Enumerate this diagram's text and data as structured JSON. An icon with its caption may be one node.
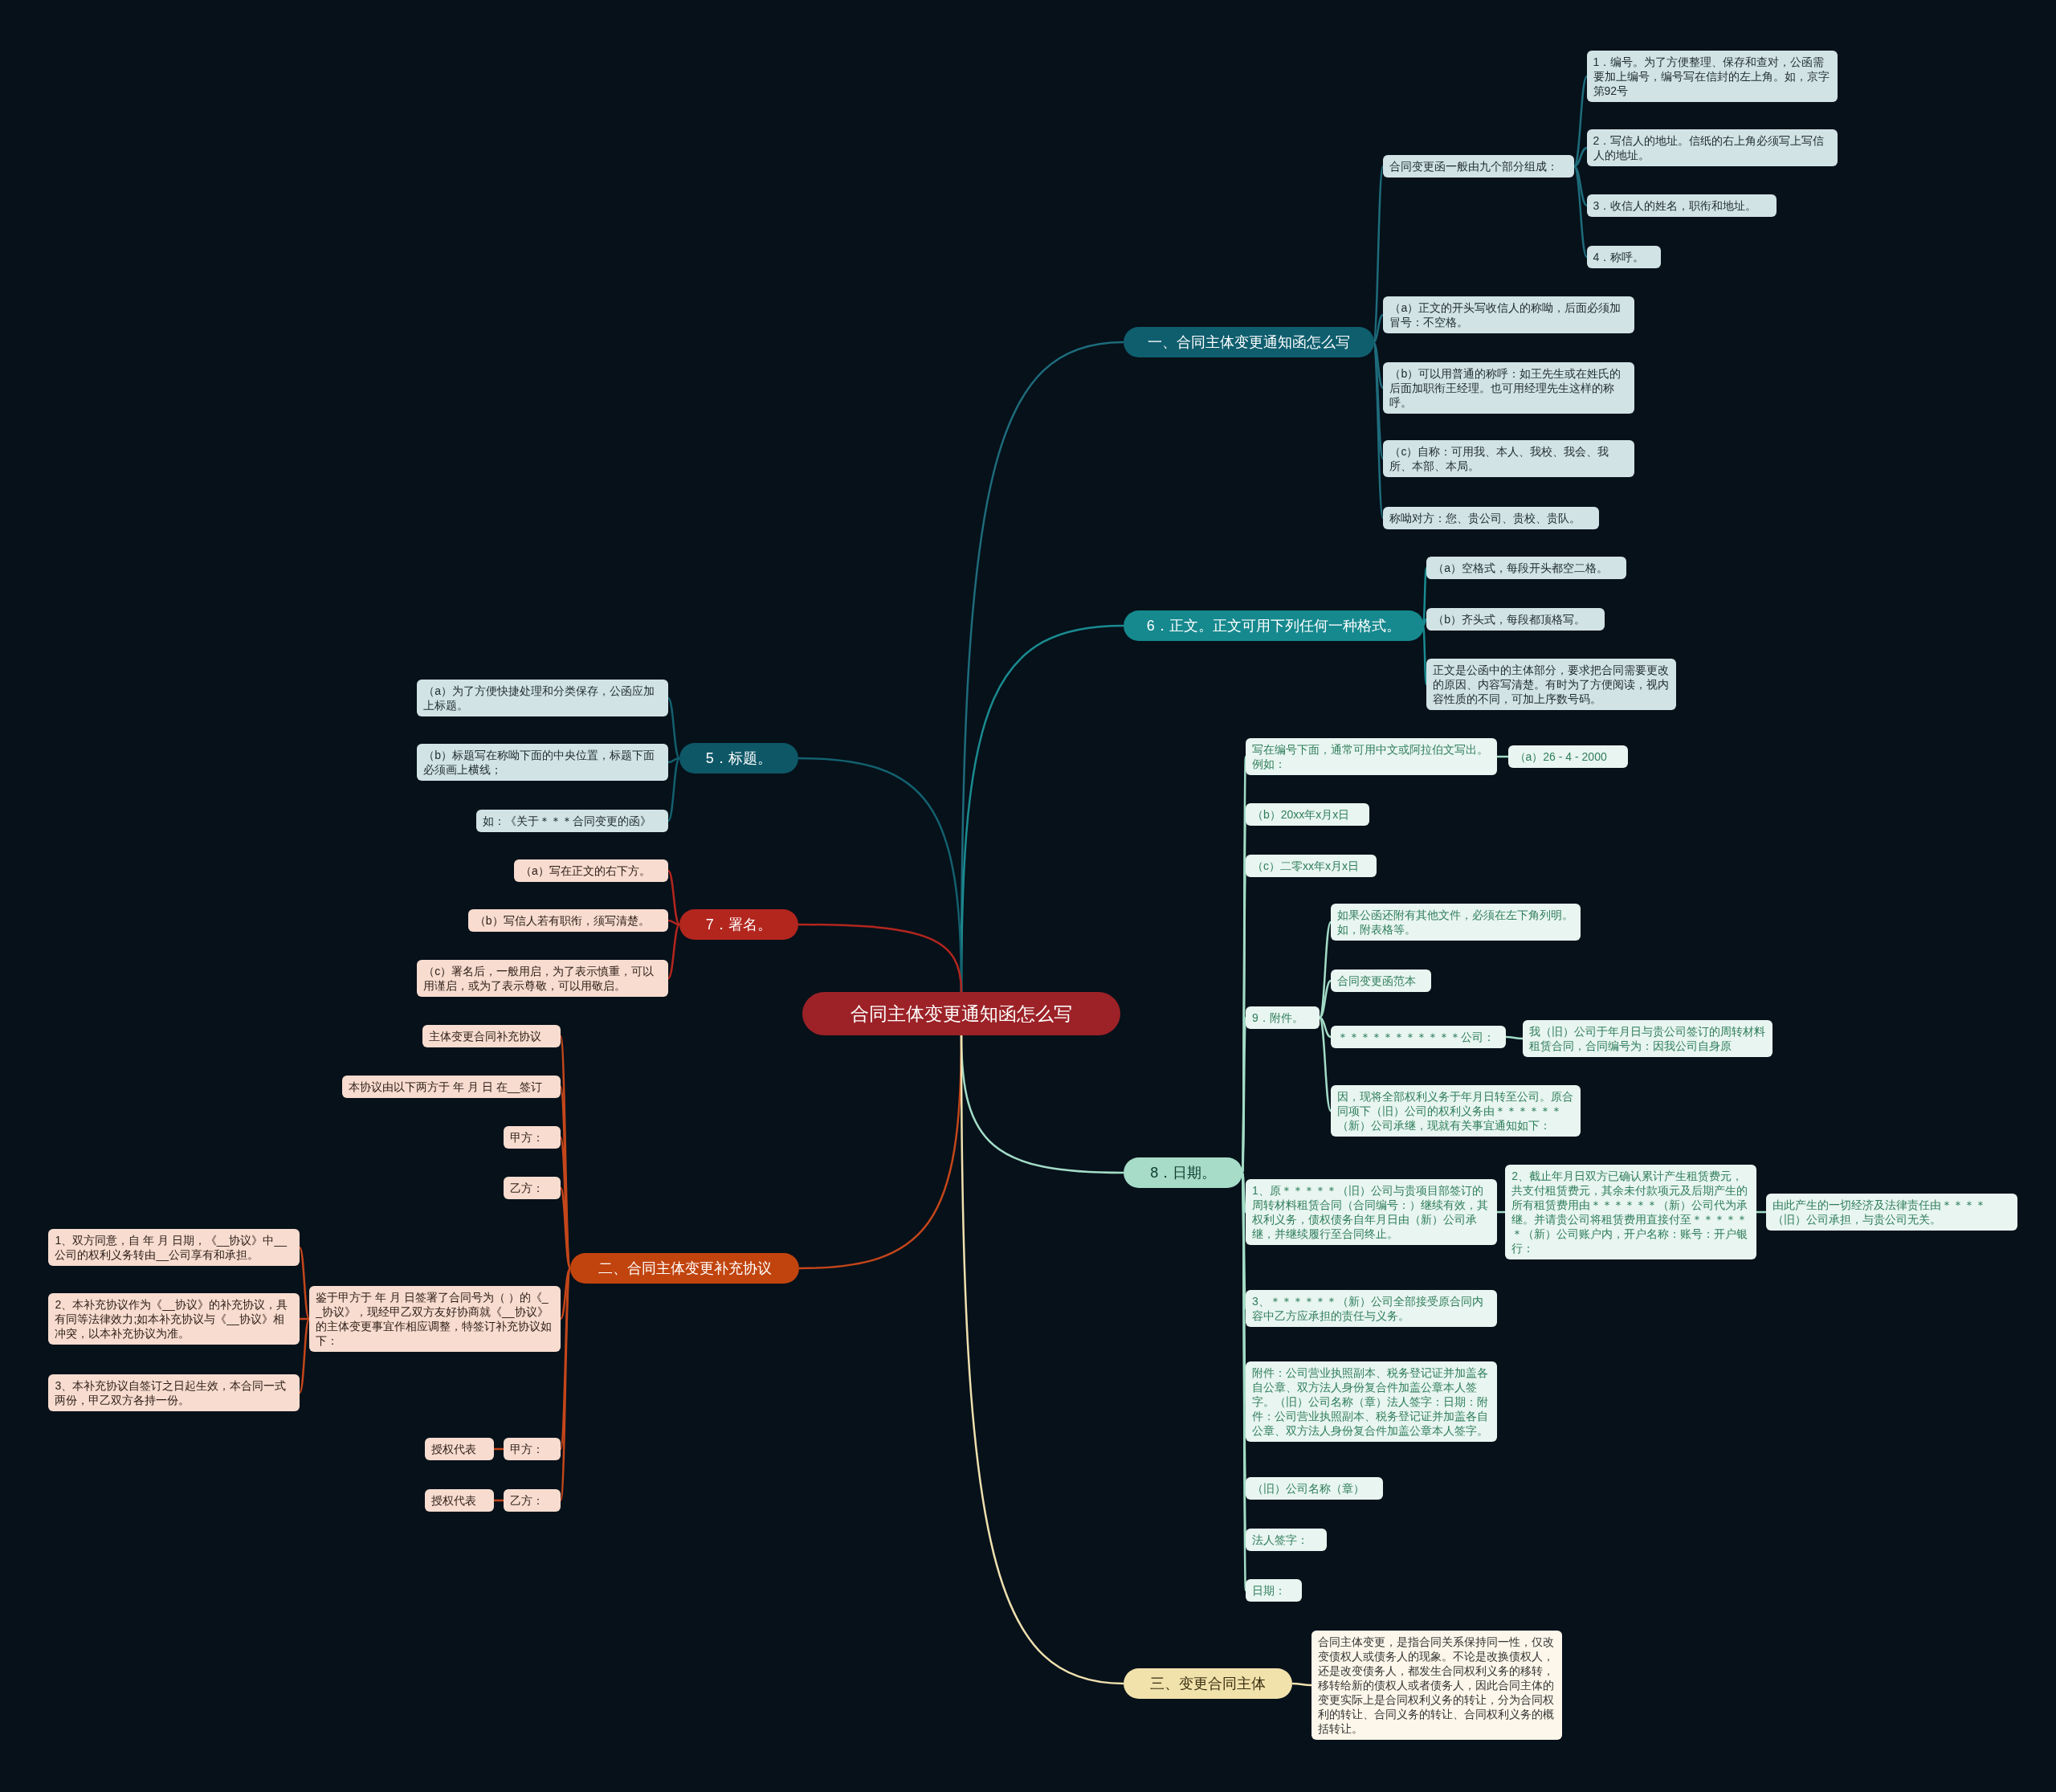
{
  "diagram": {
    "nodes": [
      {
        "text": [
          "合同主体变更通知函怎么写"
        ]
      },
      {
        "text": [
          "一、合同主体变更通知函怎么写"
        ]
      },
      {
        "text": [
          "合同变更函一般由九个部分组成："
        ]
      },
      {
        "text": [
          "1．编号。为了方便整理、保存和查对，公函需要加上编号，编号写在信封的左上角。如，京字第92号"
        ]
      },
      {
        "text": [
          "2．写信人的地址。信纸的右上角必须写上写信人的地址。"
        ]
      },
      {
        "text": [
          "3．收信人的姓名，职衔和地址。"
        ]
      },
      {
        "text": [
          "4．称呼。"
        ]
      },
      {
        "text": [
          "（a）正文的开头写收信人的称呦，后面必须加冒号：不空格。"
        ]
      },
      {
        "text": [
          "（b）可以用普通的称呼：如王先生或在姓氏的后面加职衔王经理。也可用经理先生这样的称呼。"
        ]
      },
      {
        "text": [
          "（c）自称：可用我、本人、我校、我会、我所、本部、本局。"
        ]
      },
      {
        "text": [
          "称呦对方：您、贵公司、贵校、贵队。"
        ]
      },
      {
        "text": [
          "6．正文。正文可用下列任何一种格式。"
        ]
      },
      {
        "text": [
          "（a）空格式，每段开头都空二格。"
        ]
      },
      {
        "text": [
          "（b）齐头式，每段都顶格写。"
        ]
      },
      {
        "text": [
          "正文是公函中的主体部分，要求把合同需要更改的原因、内容写清楚。有时为了方便阅读，视内容性质的不同，可加上序数号码。"
        ]
      },
      {
        "text": [
          "5．标题。"
        ]
      },
      {
        "text": [
          "（a）为了方便快捷处理和分类保存，公函应加上标题。"
        ]
      },
      {
        "text": [
          "（b）标题写在称呦下面的中央位置，标题下面必须画上横线；"
        ]
      },
      {
        "text": [
          "如：《关于＊＊＊合同变更的函》"
        ]
      },
      {
        "text": [
          "7．署名。"
        ]
      },
      {
        "text": [
          "（a）写在正文的右下方。"
        ]
      },
      {
        "text": [
          "（b）写信人若有职衔，须写清楚。"
        ]
      },
      {
        "text": [
          "（c）署名后，一般用启，为了表示慎重，可以用谨启，或为了表示尊敬，可以用敬启。"
        ]
      },
      {
        "text": [
          "二、合同主体变更补充协议"
        ]
      },
      {
        "text": [
          "主体变更合同补充协议"
        ]
      },
      {
        "text": [
          "本协议由以下两方于 年 月 日 在__签订"
        ]
      },
      {
        "text": [
          "甲方："
        ]
      },
      {
        "text": [
          "乙方："
        ]
      },
      {
        "text": [
          "鉴于甲方于 年 月 日签署了合同号为（ ）的《__协议》，现经甲乙双方友好协商就《__协议》的主体变更事宜作相应调整，特签订补充协议如下："
        ]
      },
      {
        "text": [
          "1、双方同意，自 年 月 日期，《__协议》中__公司的权利义务转由__公司享有和承担。"
        ]
      },
      {
        "text": [
          "2、本补充协议作为《__协议》的补充协议，具有同等法律效力;如本补充协议与《__协议》相冲突，以本补充协议为准。"
        ]
      },
      {
        "text": [
          "3、本补充协议自签订之日起生效，本合同一式两份，甲乙双方各持一份。"
        ]
      },
      {
        "text": [
          "甲方："
        ]
      },
      {
        "text": [
          "授权代表"
        ]
      },
      {
        "text": [
          "乙方："
        ]
      },
      {
        "text": [
          "授权代表"
        ]
      },
      {
        "text": [
          "8．日期。"
        ]
      },
      {
        "text": [
          "写在编号下面，通常可用中文或阿拉伯文写出。例如："
        ]
      },
      {
        "text": [
          "（a）26 - 4 - 2000"
        ]
      },
      {
        "text": [
          "（b）20xx年x月x日"
        ]
      },
      {
        "text": [
          "（c）二零xx年x月x日"
        ]
      },
      {
        "text": [
          "9．附件。"
        ]
      },
      {
        "text": [
          "如果公函还附有其他文件，必须在左下角列明。如，附表格等。"
        ]
      },
      {
        "text": [
          "合同变更函范本"
        ]
      },
      {
        "text": [
          "＊＊＊＊＊＊＊＊＊＊＊公司："
        ]
      },
      {
        "text": [
          "我（旧）公司于年月日与贵公司签订的周转材料租赁合同，合同编号为：因我公司自身原"
        ]
      },
      {
        "text": [
          "因，现将全部权利义务于年月日转至公司。原合同项下（旧）公司的权利义务由＊＊＊＊＊＊（新）公司承继，现就有关事宜通知如下："
        ]
      },
      {
        "text": [
          "1、原＊＊＊＊＊（旧）公司与贵项目部签订的周转材料租赁合同（合同编号：）继续有效，其权利义务，债权债务自年月日由（新）公司承继，并继续履行至合同终止。"
        ]
      },
      {
        "text": [
          "2、截止年月日双方已确认累计产生租赁费元，共支付租赁费元，其余未付款项元及后期产生的所有租赁费用由＊＊＊＊＊＊（新）公司代为承继。并请贵公司将租赁费用直接付至＊＊＊＊＊＊（新）公司账户内，开户名称：账号：开户银行："
        ]
      },
      {
        "text": [
          "由此产生的一切经济及法律责任由＊＊＊＊（旧）公司承担，与贵公司无关。"
        ]
      },
      {
        "text": [
          "3、＊＊＊＊＊＊（新）公司全部接受原合同内容中乙方应承担的责任与义务。"
        ]
      },
      {
        "text": [
          "附件：公司营业执照副本、税务登记证并加盖各自公章、双方法人身份复合件加盖公章本人签字。（旧）公司名称（章）法人签字：日期：附件：公司营业执照副本、税务登记证并加盖各自公章、双方法人身份复合件加盖公章本人签字。"
        ]
      },
      {
        "text": [
          "（旧）公司名称（章）"
        ]
      },
      {
        "text": [
          "法人签字："
        ]
      },
      {
        "text": [
          "日期："
        ]
      },
      {
        "text": [
          "三、变更合同主体"
        ]
      },
      {
        "text": [
          "合同主体变更，是指合同关系保持同一性，仅改变债权人或债务人的现象。不论是改换债权人，还是改变债务人，都发生合同权利义务的移转，移转给新的债权人或者债务人，因此合同主体的变更实际上是合同权利义务的转让，分为合同权利的转让、合同义务的转让、合同权利义务的概括转让。"
        ]
      }
    ],
    "edges": [
      {
        "from": 0,
        "to": 1,
        "arrow": "none",
        "color": "#1e6b7b"
      },
      {
        "from": 1,
        "to": 2,
        "arrow": "none",
        "color": "#1e6b7b"
      },
      {
        "from": 2,
        "to": 3,
        "arrow": "none",
        "color": "#1e6b7b"
      },
      {
        "from": 2,
        "to": 4,
        "arrow": "none",
        "color": "#1e6b7b"
      },
      {
        "from": 2,
        "to": 5,
        "arrow": "none",
        "color": "#1e6b7b"
      },
      {
        "from": 2,
        "to": 6,
        "arrow": "none",
        "color": "#1e6b7b"
      },
      {
        "from": 1,
        "to": 7,
        "arrow": "none",
        "color": "#1e6b7b"
      },
      {
        "from": 1,
        "to": 8,
        "arrow": "none",
        "color": "#1e6b7b"
      },
      {
        "from": 1,
        "to": 9,
        "arrow": "none",
        "color": "#1e6b7b"
      },
      {
        "from": 1,
        "to": 10,
        "arrow": "none",
        "color": "#1e6b7b"
      },
      {
        "from": 0,
        "to": 11,
        "arrow": "none",
        "color": "#1a8b90"
      },
      {
        "from": 11,
        "to": 12,
        "arrow": "none",
        "color": "#1a8b90"
      },
      {
        "from": 11,
        "to": 13,
        "arrow": "none",
        "color": "#1a8b90"
      },
      {
        "from": 11,
        "to": 14,
        "arrow": "none",
        "color": "#1a8b90"
      },
      {
        "from": 0,
        "to": 15,
        "arrow": "none",
        "color": "#13606e"
      },
      {
        "from": 15,
        "to": 16,
        "arrow": "none",
        "color": "#13606e"
      },
      {
        "from": 15,
        "to": 17,
        "arrow": "none",
        "color": "#13606e"
      },
      {
        "from": 15,
        "to": 18,
        "arrow": "none",
        "color": "#13606e"
      },
      {
        "from": 0,
        "to": 19,
        "arrow": "none",
        "color": "#b3261e"
      },
      {
        "from": 19,
        "to": 20,
        "arrow": "none",
        "color": "#b3261e"
      },
      {
        "from": 19,
        "to": 21,
        "arrow": "none",
        "color": "#b3261e"
      },
      {
        "from": 19,
        "to": 22,
        "arrow": "none",
        "color": "#b3261e"
      },
      {
        "from": 0,
        "to": 23,
        "arrow": "none",
        "color": "#c4461a"
      },
      {
        "from": 23,
        "to": 24,
        "arrow": "none",
        "color": "#c4461a"
      },
      {
        "from": 23,
        "to": 25,
        "arrow": "none",
        "color": "#c4461a"
      },
      {
        "from": 23,
        "to": 26,
        "arrow": "none",
        "color": "#c4461a"
      },
      {
        "from": 23,
        "to": 27,
        "arrow": "none",
        "color": "#c4461a"
      },
      {
        "from": 23,
        "to": 28,
        "arrow": "none",
        "color": "#c4461a"
      },
      {
        "from": 28,
        "to": 29,
        "arrow": "none",
        "color": "#c4461a"
      },
      {
        "from": 28,
        "to": 30,
        "arrow": "none",
        "color": "#c4461a"
      },
      {
        "from": 28,
        "to": 31,
        "arrow": "none",
        "color": "#c4461a"
      },
      {
        "from": 23,
        "to": 32,
        "arrow": "none",
        "color": "#c4461a"
      },
      {
        "from": 32,
        "to": 33,
        "arrow": "none",
        "color": "#c4461a"
      },
      {
        "from": 23,
        "to": 34,
        "arrow": "none",
        "color": "#c4461a"
      },
      {
        "from": 34,
        "to": 35,
        "arrow": "none",
        "color": "#c4461a"
      },
      {
        "from": 0,
        "to": 36,
        "arrow": "none"
      },
      {
        "from": 36,
        "to": 37,
        "arrow": "none"
      },
      {
        "from": 37,
        "to": 38,
        "arrow": "none"
      },
      {
        "from": 36,
        "to": 39,
        "arrow": "none"
      },
      {
        "from": 36,
        "to": 40,
        "arrow": "none"
      },
      {
        "from": 36,
        "to": 41,
        "arrow": "none"
      },
      {
        "from": 41,
        "to": 42,
        "arrow": "none"
      },
      {
        "from": 41,
        "to": 43,
        "arrow": "none"
      },
      {
        "from": 41,
        "to": 44,
        "arrow": "none"
      },
      {
        "from": 44,
        "to": 45,
        "arrow": "none"
      },
      {
        "from": 41,
        "to": 46,
        "arrow": "none"
      },
      {
        "from": 36,
        "to": 47,
        "arrow": "none"
      },
      {
        "from": 47,
        "to": 48,
        "arrow": "none"
      },
      {
        "from": 48,
        "to": 49,
        "arrow": "none"
      },
      {
        "from": 36,
        "to": 50,
        "arrow": "none"
      },
      {
        "from": 36,
        "to": 51,
        "arrow": "none"
      },
      {
        "from": 36,
        "to": 52,
        "arrow": "none"
      },
      {
        "from": 36,
        "to": 53,
        "arrow": "none"
      },
      {
        "from": 36,
        "to": 54,
        "arrow": "none"
      },
      {
        "from": 0,
        "to": 55,
        "arrow": "none",
        "color": "#efe0ae"
      },
      {
        "from": 55,
        "to": 56,
        "arrow": "none",
        "color": "#efe0ae"
      }
    ]
  }
}
